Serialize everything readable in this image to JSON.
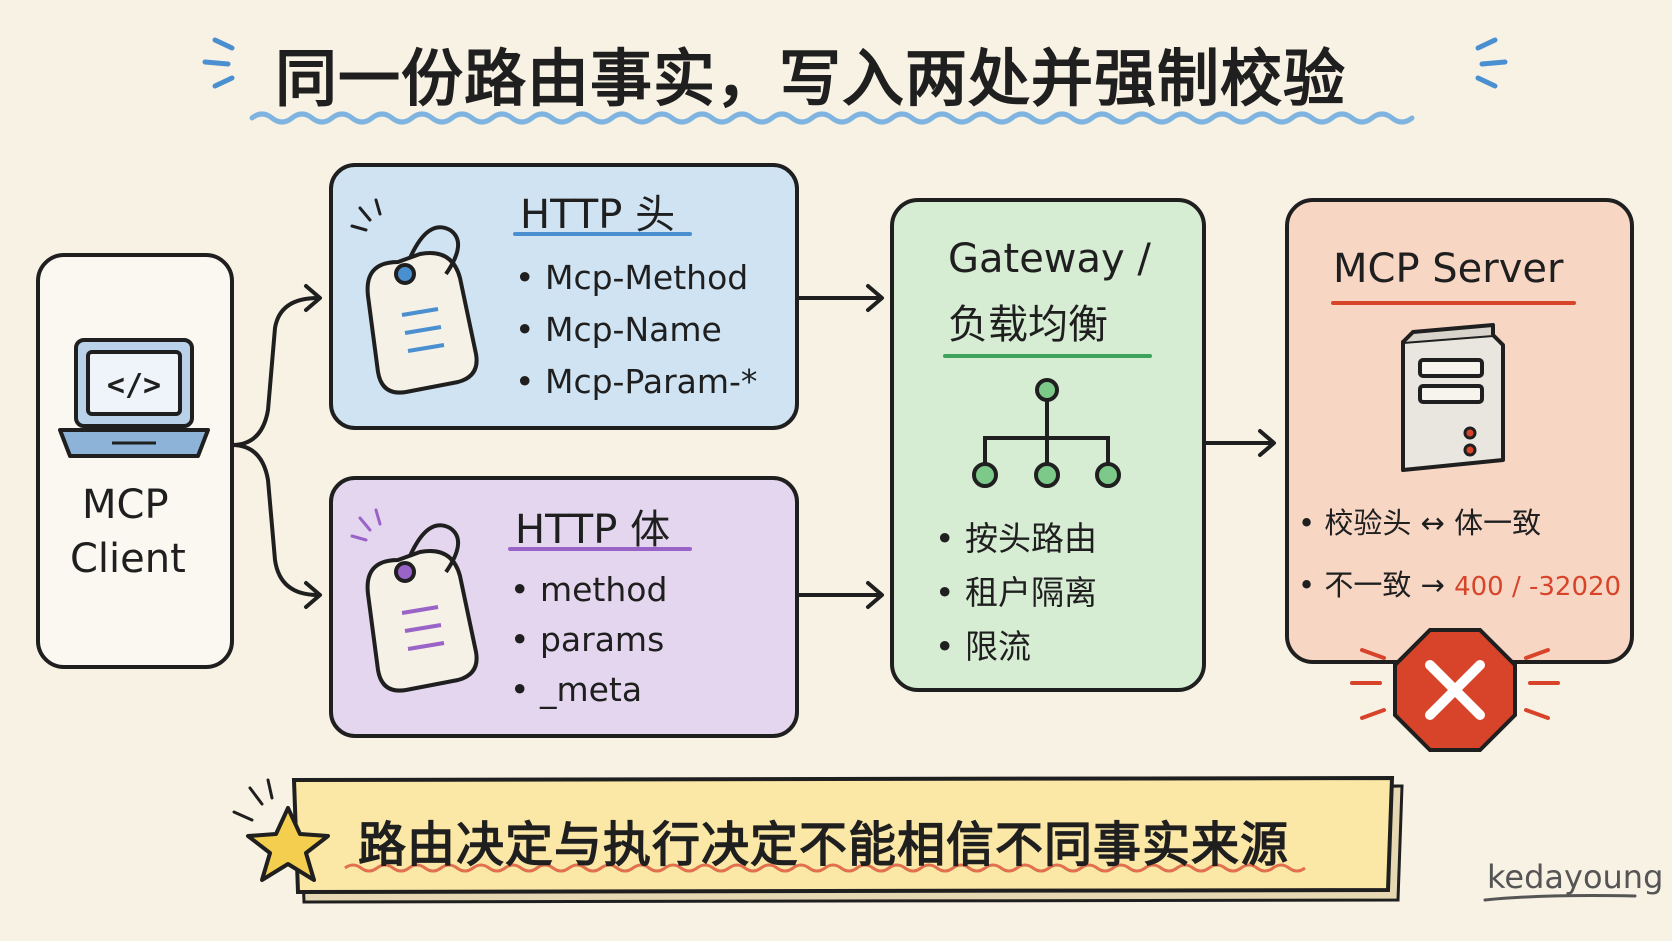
{
  "title": "同一份路由事实，写入两处并强制校验",
  "client": {
    "label_line1": "MCP",
    "label_line2": "Client"
  },
  "http_header": {
    "title": "HTTP 头",
    "items": [
      "Mcp-Method",
      "Mcp-Name",
      "Mcp-Param-*"
    ]
  },
  "http_body": {
    "title": "HTTP 体",
    "items": [
      "method",
      "params",
      "_meta"
    ]
  },
  "gateway": {
    "title_line1": "Gateway /",
    "title_line2": "负载均衡",
    "items": [
      "按头路由",
      "租户隔离",
      "限流"
    ]
  },
  "server": {
    "title": "MCP Server",
    "item1": "校验头 ↔ 体一致",
    "item2_prefix": "不一致 →",
    "item2_code": "400 / -32020"
  },
  "banner": "路由决定与执行决定不能相信不同事实来源",
  "brand": "kedayoung",
  "colors": {
    "header_box": "#cfe3f3",
    "body_box": "#e4d6ee",
    "gateway_box": "#d6ecd3",
    "server_box": "#f7d6c4",
    "banner": "#fbe7a6",
    "accent_blue": "#4a8fd0",
    "accent_purple": "#9a63c8",
    "accent_green": "#3ea35b",
    "accent_red": "#d7442a"
  }
}
